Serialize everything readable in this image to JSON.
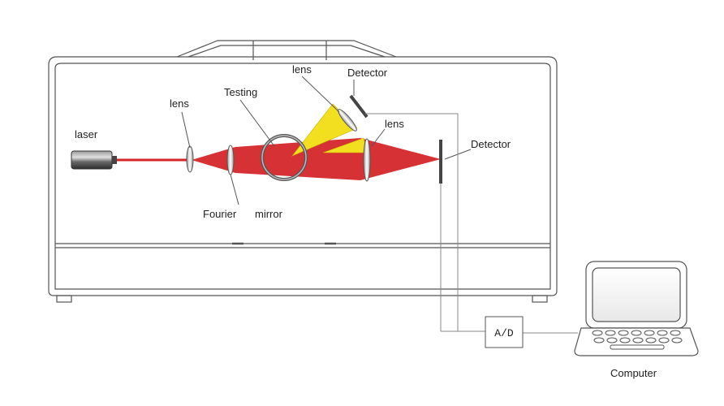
{
  "labels": {
    "laser": "laser",
    "lens_left": "lens",
    "testing": "Testing",
    "lens_top": "lens",
    "detector_top": "Detector",
    "lens_right": "lens",
    "detector_right": "Detector",
    "fourier": "Fourier",
    "mirror": "mirror",
    "ad_converter": "A/D",
    "computer": "Computer"
  },
  "colors": {
    "laser_beam": "#d4262a",
    "scatter_beam": "#f2df1f",
    "outline": "#555555"
  }
}
